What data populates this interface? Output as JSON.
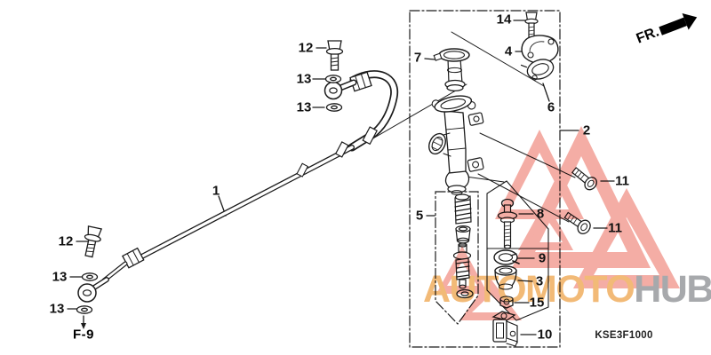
{
  "diagram": {
    "figure_code": "KSE3F1000",
    "front_label": "FR.",
    "figure_ref": "F-9",
    "callouts": {
      "c1": "1",
      "c2": "2",
      "c3": "3",
      "c4": "4",
      "c5": "5",
      "c6": "6",
      "c7": "7",
      "c8": "8",
      "c9": "9",
      "c10": "10",
      "c11a": "11",
      "c11b": "11",
      "c12a": "12",
      "c12b": "12",
      "c13a": "13",
      "c13b": "13",
      "c13c": "13",
      "c13d": "13",
      "c14": "14",
      "c15": "15"
    }
  },
  "watermark": {
    "brand_left": "AUTOMOTO",
    "brand_right": "HUB",
    "colors": {
      "triangle": "#f2998f",
      "brand_left": "#f2ba77",
      "brand_right": "#a7a9ac"
    }
  }
}
